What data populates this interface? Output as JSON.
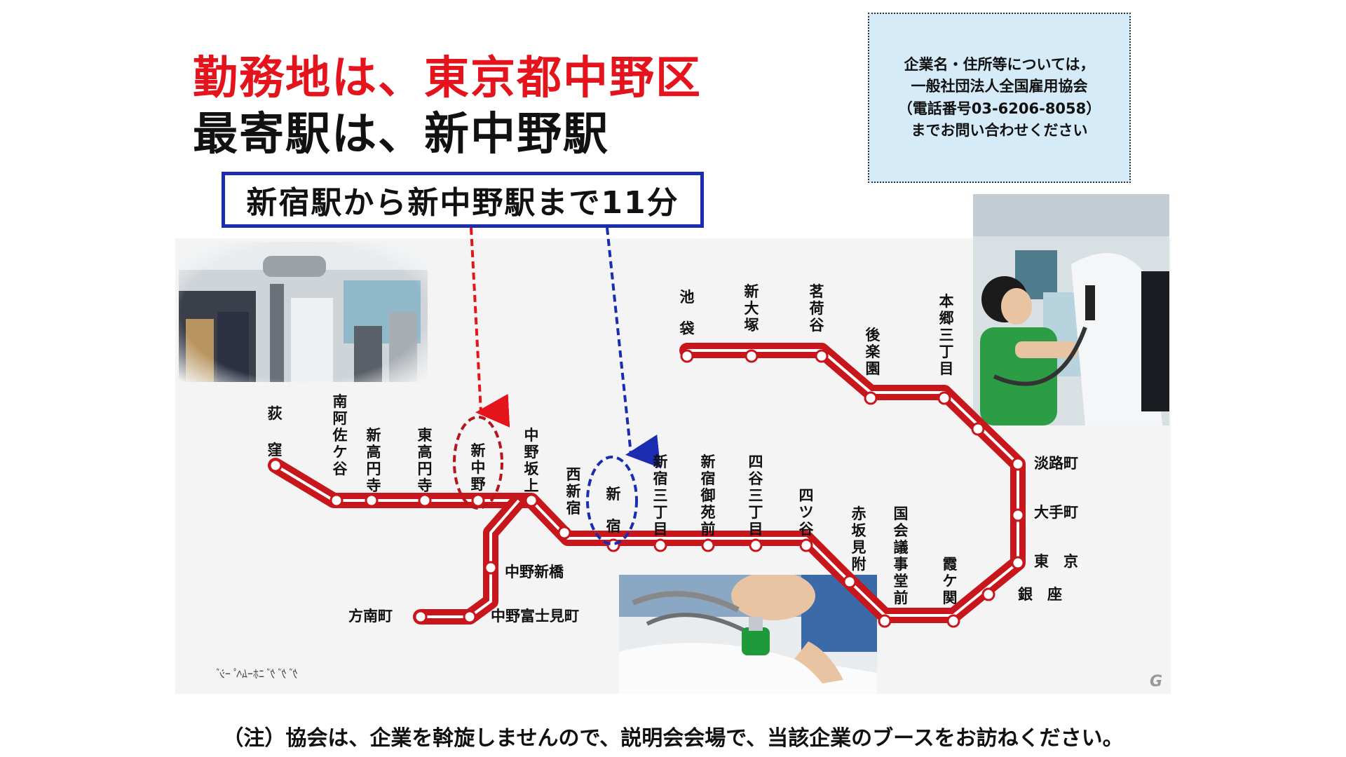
{
  "heading": {
    "line1": "勤務地は、東京都中野区",
    "line2": "最寄駅は、新中野駅"
  },
  "contact_box": {
    "lines": [
      "企業名・住所等については，",
      "一般社団法人全国雇用協会",
      "（電話番号03-6206-8058）",
      "までお問い合わせください"
    ]
  },
  "travel_time": "新宿駅から新中野駅まで11分",
  "map": {
    "main_line_stations": [
      "荻窪",
      "南阿佐ケ谷",
      "新高円寺",
      "東高円寺",
      "新中野",
      "中野坂上",
      "西新宿",
      "新宿",
      "新宿三丁目",
      "新宿御苑前",
      "四谷三丁目",
      "四ツ谷",
      "赤坂見附",
      "国会議事堂前",
      "霞ケ関",
      "銀座",
      "東京",
      "大手町",
      "淡路町",
      "本郷三丁目",
      "後楽園",
      "茗荷谷",
      "新大塚",
      "池袋"
    ],
    "branch_line_stations": [
      "中野坂上",
      "中野新橋",
      "中野富士見町",
      "方南町"
    ],
    "highlighted_workplace_station": "新中野",
    "highlighted_origin_station": "新宿",
    "line_color": "#c8161d",
    "workplace_marker_color": "#e5131b",
    "origin_marker_color": "#1b2cb0"
  },
  "mirrored_caption": "ｸﾞｸﾞｸﾞﾆﾎｰﾑﾍﾟｰｼﾞ",
  "watermark": "G",
  "footer_note": "（注）協会は、企業を斡旋しませんので、説明会会場で、当該企業のブースをお訪ねください。",
  "photos": [
    "laundry-room-photo",
    "ironing-worker-photo",
    "steam-press-photo"
  ]
}
